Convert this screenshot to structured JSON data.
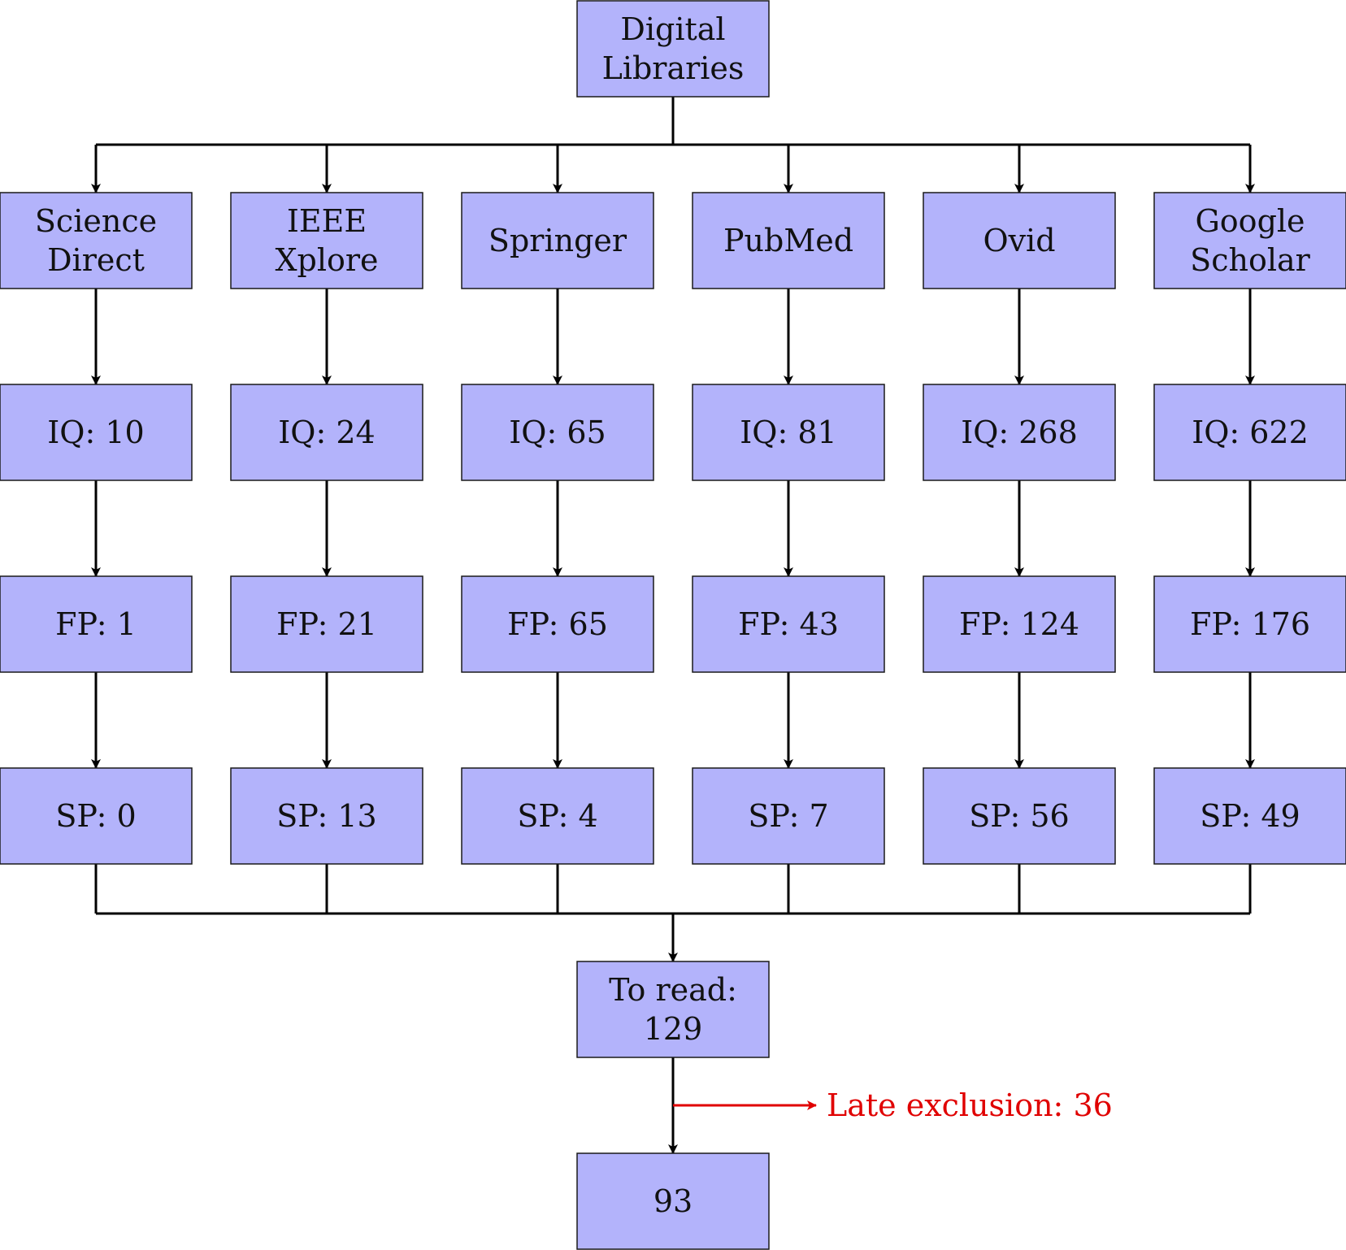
{
  "root": {
    "lines": [
      "Digital",
      "Libraries"
    ]
  },
  "libraries": [
    {
      "name": [
        "Science",
        "Direct"
      ],
      "iq": "IQ: 10",
      "fp": "FP: 1",
      "sp": "SP: 0"
    },
    {
      "name": [
        "IEEE",
        "Xplore"
      ],
      "iq": "IQ: 24",
      "fp": "FP: 21",
      "sp": "SP: 13"
    },
    {
      "name": [
        "Springer"
      ],
      "iq": "IQ: 65",
      "fp": "FP: 65",
      "sp": "SP: 4"
    },
    {
      "name": [
        "PubMed"
      ],
      "iq": "IQ: 81",
      "fp": "FP: 43",
      "sp": "SP: 7"
    },
    {
      "name": [
        "Ovid"
      ],
      "iq": "IQ: 268",
      "fp": "FP: 124",
      "sp": "SP: 56"
    },
    {
      "name": [
        "Google",
        "Scholar"
      ],
      "iq": "IQ: 622",
      "fp": "FP: 176",
      "sp": "SP: 49"
    }
  ],
  "to_read": {
    "lines": [
      "To read:",
      "129"
    ]
  },
  "final": {
    "lines": [
      "93"
    ]
  },
  "late_exclusion": "Late exclusion: 36",
  "colors": {
    "box_fill": "#b3b3fb",
    "box_stroke": "#1a1a1a",
    "arrow": "#000000",
    "exclusion": "#e00000"
  }
}
